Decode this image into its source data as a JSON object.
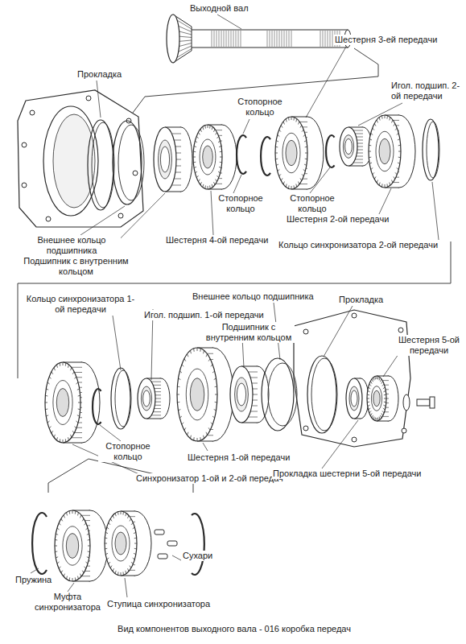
{
  "diagram": {
    "caption": "Вид компонентов выходного вала - 016 коробка передач",
    "labels": [
      "Выходной вал",
      "Прокладка",
      "Шестерня 3-ей передачи",
      "Стопорное кольцо",
      "Игол. подшип. 2-ой передачи",
      "Стопорное кольцо",
      "Стопорное кольцо",
      "Шестерня 2-ой передачи",
      "Внешнее кольцо подшипника",
      "Шестерня 4-ой передачи",
      "Подшипник с внутренним кольцом",
      "Кольцо синхронизатора 2-ой передачи",
      "Кольцо синхронизатора 1-ой передачи",
      "Игол. подшип. 1-ой передачи",
      "Внешнее кольцо подшипника",
      "Прокладка",
      "Подшипник с внутренним кольцом",
      "Шестерня 5-ой передачи",
      "Стопорное кольцо",
      "Шестерня 1-ой передачи",
      "Синхронизатор 1-ой и 2-ой передач",
      "Прокладка шестерни 5-ой передачи",
      "Пружина",
      "Муфта синхронизатора",
      "Ступица синхронизатора",
      "Сухари"
    ]
  }
}
